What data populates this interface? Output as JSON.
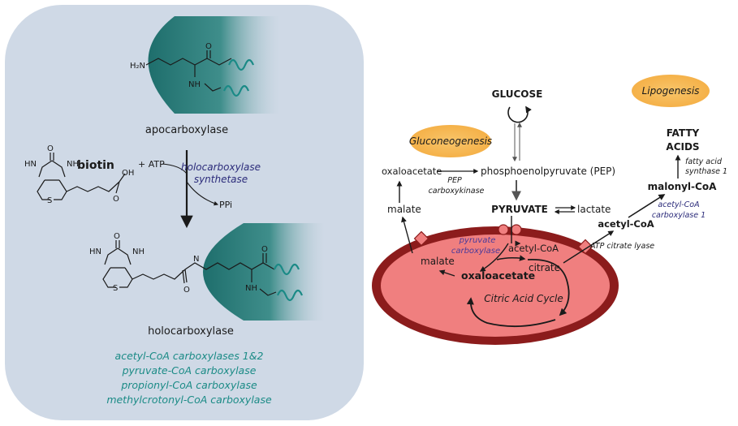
{
  "left": {
    "apocarboxylase": "apocarboxylase",
    "holocarboxylase": "holocarboxylase",
    "biotin": "biotin",
    "atp": "+ ATP",
    "ppi": "PPi",
    "enzyme_line1": "holocarboxylase",
    "enzyme_line2": "synthetase",
    "chem": {
      "h2n": "H₂N",
      "o": "O",
      "nh": "NH",
      "hn": "HN",
      "s": "S",
      "oh": "OH",
      "n": "N"
    },
    "carboxylases": [
      "acetyl-CoA carboxylases 1&2",
      "pyruvate-CoA carboxylase",
      "propionyl-CoA carboxylase",
      "methylcrotonyl-CoA carboxylase"
    ]
  },
  "right": {
    "glucose": "GLUCOSE",
    "gluconeogenesis": "Gluconeogenesis",
    "lipogenesis": "Lipogenesis",
    "fatty_acids_1": "FATTY",
    "fatty_acids_2": "ACIDS",
    "fatty_acid_synthase_1": "fatty acid",
    "fatty_acid_synthase_2": "synthase 1",
    "oxaloacetate_top": "oxaloacetate",
    "pep": "phosphoenolpyruvate (PEP)",
    "pep_ck_1": "PEP",
    "pep_ck_2": "carboxykinase",
    "malonyl_coa": "malonyl-CoA",
    "acc1_1": "acetyl-CoA",
    "acc1_2": "carboxylase 1",
    "malate_out": "malate",
    "pyruvate": "PYRUVATE",
    "lactate": "lactate",
    "acetyl_coa_out": "acetyl-CoA",
    "atp_citrate_lyase": "ATP citrate lyase",
    "pc_1": "pyruvate",
    "pc_2": "carboxylase",
    "malate_in": "malate",
    "acetyl_coa_in": "acetyl-CoA",
    "citrate": "citrate",
    "oxaloacetate_in": "oxaloacetate",
    "tca": "Citric Acid Cycle"
  },
  "colors": {
    "panel_bg": "#cfd9e6",
    "enzyme_teal": "#1e6e6c",
    "label_teal": "#1b8b86",
    "mito_outer": "#8c1c1c",
    "mito_inner": "#f07f7f",
    "pill_orange": "#f4b04a"
  }
}
